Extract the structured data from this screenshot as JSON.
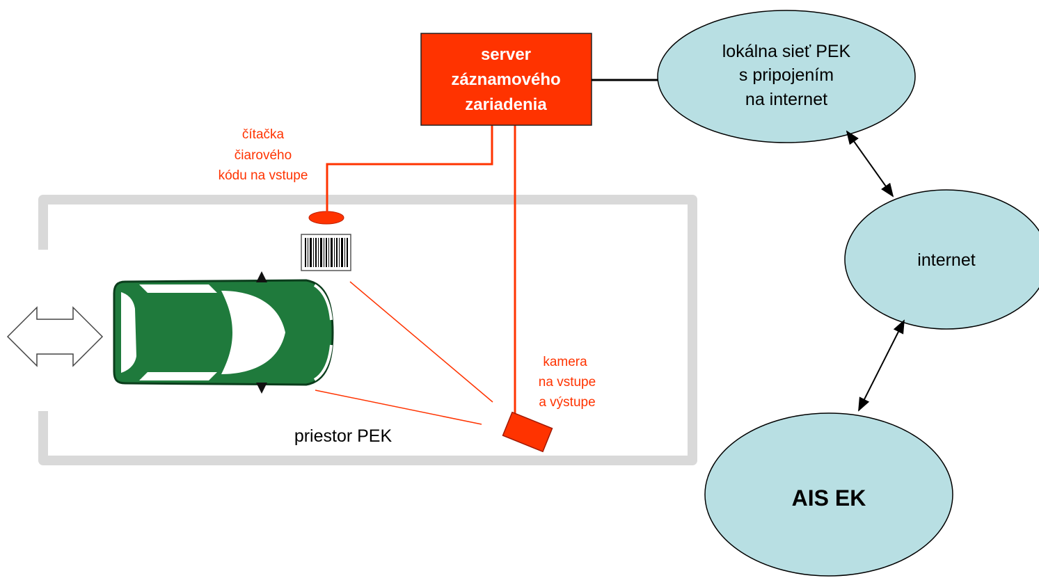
{
  "server": {
    "line1": "server",
    "line2": "záznamového",
    "line3": "zariadenia"
  },
  "reader": {
    "line1": "čítačka",
    "line2": "čiarového",
    "line3": "kódu na vstupe"
  },
  "camera": {
    "line1": "kamera",
    "line2": "na vstupe",
    "line3": "a výstupe"
  },
  "room": {
    "label": "priestor PEK"
  },
  "lan": {
    "line1": "lokálna sieť PEK",
    "line2": "s pripojením",
    "line3": "na internet"
  },
  "internet": {
    "label": "internet"
  },
  "ais": {
    "label": "AIS EK"
  },
  "colors": {
    "accent": "#ff3300",
    "ellipse": "#b8dfe3",
    "room": "#d9d9d9",
    "car": "#1f7a3c"
  }
}
